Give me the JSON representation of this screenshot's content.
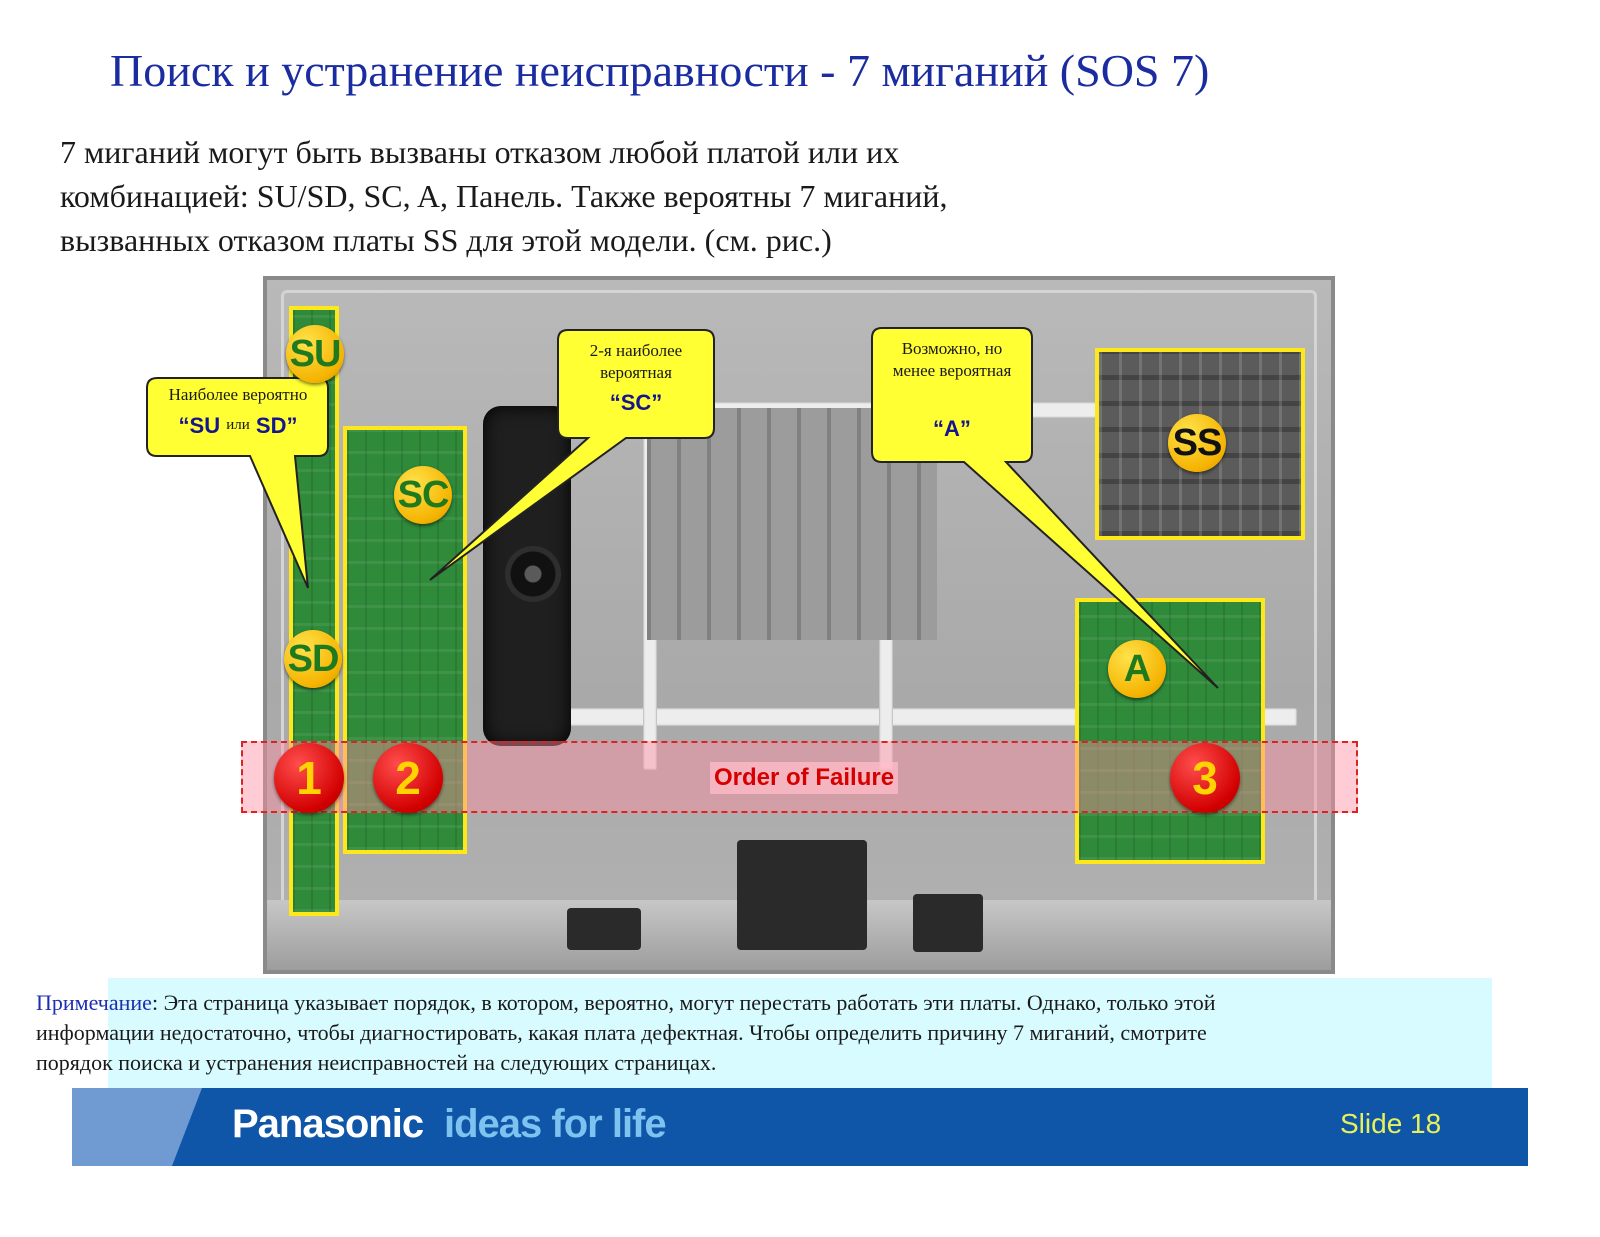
{
  "title": "Поиск и устранение неисправности - 7 миганий (SOS 7)",
  "intro_lines": [
    "7 миганий могут быть вызваны отказом любой платой или их",
    "комбинацией: SU/SD, SC, A, Панель. Также вероятны 7 миганий,",
    "вызванных отказом платы SS для этой модели. (см. рис.)"
  ],
  "boards": {
    "su": "SU",
    "sd": "SD",
    "sc": "SC",
    "ss": "SS",
    "a": "A"
  },
  "callouts": {
    "most_likely": {
      "text": "Наиболее вероятно",
      "board_part1": "“SU",
      "board_mid": "или",
      "board_part2": "SD”"
    },
    "second": {
      "line1": "2-я наиболее",
      "line2": "вероятная",
      "board": "“SC”"
    },
    "possible": {
      "line1": "Возможно, но",
      "line2": "менее вероятная",
      "board": "“A”"
    }
  },
  "order_of_failure": {
    "label": "Order of Failure",
    "numbers": [
      "1",
      "2",
      "3"
    ]
  },
  "note": {
    "lead": "Примечание",
    "line1": ": Эта страница указывает порядок, в котором, вероятно, могут перестать работать эти платы. Однако, только этой",
    "line2": "информации недостаточно, чтобы диагностировать, какая плата дефектная. Чтобы определить причину 7  миганий, смотрите",
    "line3": "порядок поиска и устранения неисправностей  на следующих страницах."
  },
  "footer": {
    "brand": "Panasonic",
    "tagline": "ideas for life",
    "slide": "Slide 18"
  },
  "colors": {
    "title": "#1a2ca0",
    "board_highlight": "#ffe81a",
    "callout_fill": "#ffff33",
    "order_band": "#ff8ca0",
    "order_text": "#d50000",
    "footer_blue": "#0f56a8",
    "note_bg": "#d8fbff"
  }
}
